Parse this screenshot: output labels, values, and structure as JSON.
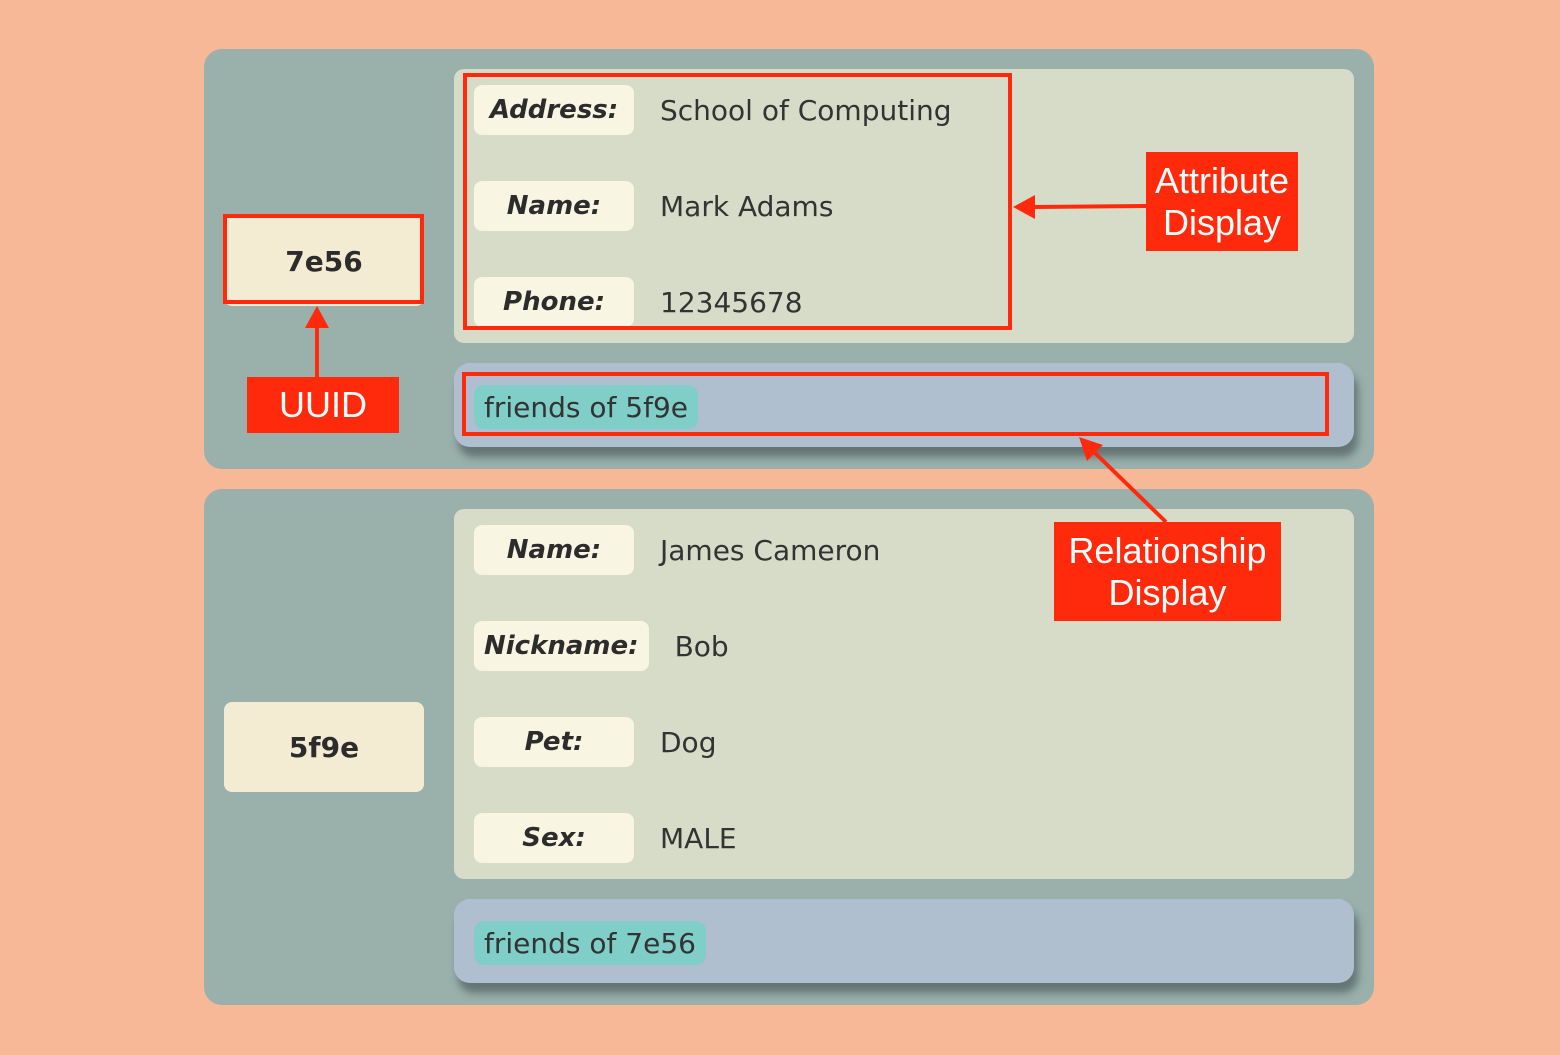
{
  "records": [
    {
      "uuid": "7e56",
      "attributes": [
        {
          "label": "Address:",
          "value": "School of Computing"
        },
        {
          "label": "Name:",
          "value": "Mark Adams"
        },
        {
          "label": "Phone:",
          "value": "12345678"
        }
      ],
      "relationship": "friends of 5f9e"
    },
    {
      "uuid": "5f9e",
      "attributes": [
        {
          "label": "Name:",
          "value": "James Cameron"
        },
        {
          "label": "Nickname:",
          "value": "Bob"
        },
        {
          "label": "Pet:",
          "value": "Dog"
        },
        {
          "label": "Sex:",
          "value": "MALE"
        }
      ],
      "relationship": "friends of 7e56"
    }
  ],
  "callouts": {
    "uuid": "UUID",
    "attribute_display": "Attribute Display",
    "relationship_display": "Relationship Display"
  },
  "colors": {
    "background": "#f7b897",
    "card": "#99b0ab",
    "attribute_panel": "#d6dcc8",
    "relationship_panel": "#b0bfd0",
    "tag": "#7fcfc8",
    "highlight": "#ff2a0c"
  }
}
